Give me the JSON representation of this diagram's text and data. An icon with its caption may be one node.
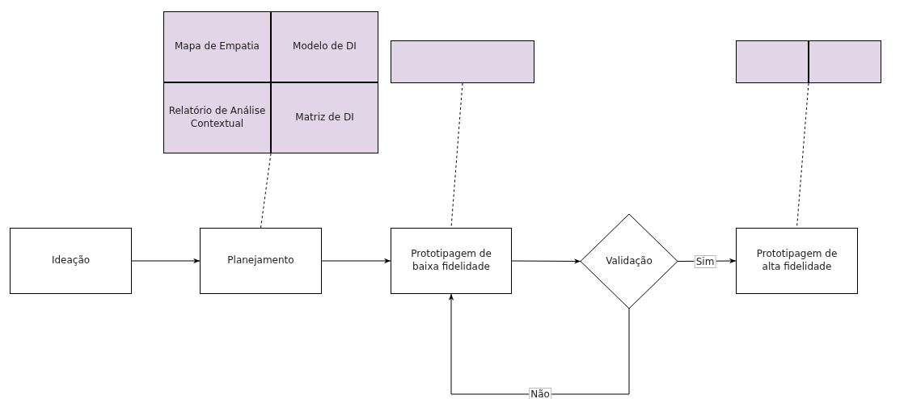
{
  "diagram": {
    "nodes": [
      {
        "text": [
          "Ideação"
        ]
      },
      {
        "text": [
          "Planejamento"
        ]
      },
      {
        "text": [
          "Prototipagem de baixa fidelidade"
        ]
      },
      {
        "text": [
          "Validação"
        ]
      },
      {
        "text": [
          "Prototipagem de alta fidelidade"
        ]
      },
      {
        "text": [],
        "shape": "box"
      },
      {
        "text": [
          "Mapa de Empatia"
        ],
        "in": 5
      },
      {
        "text": [
          "Modelo de DI"
        ],
        "in": 5
      },
      {
        "text": [
          "Relatório de Análise Contextual"
        ],
        "in": 5
      },
      {
        "text": [
          "Matriz de DI"
        ],
        "in": 5
      },
      {
        "text": [],
        "shape": "box"
      },
      {
        "text": [],
        "shape": "box"
      },
      {
        "text": [],
        "shape": "box",
        "in": 11
      },
      {
        "text": [],
        "shape": "box",
        "in": 11
      }
    ],
    "edges": [
      {
        "from": 0,
        "to": 1,
        "arrow": "to"
      },
      {
        "from": 1,
        "to": 2,
        "arrow": "to"
      },
      {
        "from": 2,
        "to": 3,
        "arrow": "to"
      },
      {
        "from": 3,
        "to": 4,
        "arrow": "to",
        "label": "Sim"
      },
      {
        "from": 3,
        "to": 2,
        "arrow": "to",
        "label": "Não"
      },
      {
        "from": 5,
        "to": 1,
        "arrow": "none",
        "style": "dashed"
      },
      {
        "from": 10,
        "to": 2,
        "arrow": "none",
        "style": "dashed"
      },
      {
        "from": 11,
        "to": 4,
        "arrow": "none",
        "style": "dashed"
      }
    ]
  }
}
